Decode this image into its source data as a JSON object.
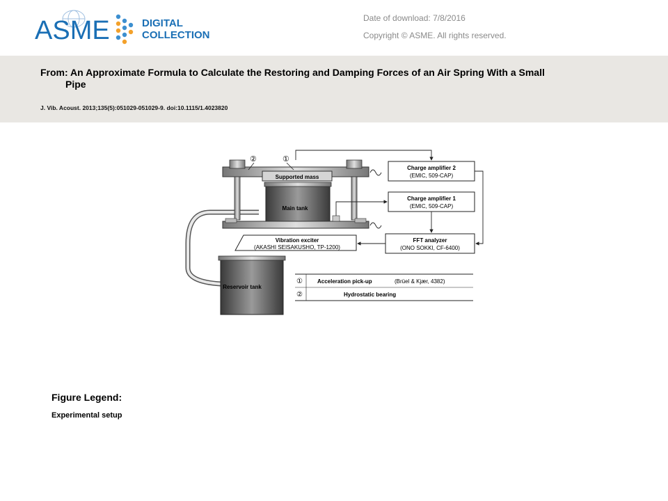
{
  "header": {
    "logo_text": "ASME",
    "logo_sub1": "DIGITAL",
    "logo_sub2": "COLLECTION",
    "date_label": "Date of download:",
    "date_value": "7/8/2016",
    "copyright": "Copyright © ASME. All rights reserved."
  },
  "article": {
    "from_prefix": "From:",
    "title_line1": "An Approximate Formula to Calculate the Restoring and Damping Forces of an Air Spring With a Small",
    "title_line2": "Pipe",
    "citation": "J. Vib. Acoust. 2013;135(5):051029-051029-9. doi:10.1115/1.4023820"
  },
  "figure": {
    "supported_mass": "Supported mass",
    "main_tank": "Main tank",
    "reservoir_tank": "Reservoir tank",
    "marker1": "①",
    "marker2": "②",
    "charge_amp2_name": "Charge amplifier 2",
    "charge_amp2_model": "(EMIC, 509-CAP)",
    "charge_amp1_name": "Charge amplifier 1",
    "charge_amp1_model": "(EMIC, 509-CAP)",
    "fft_name": "FFT analyzer",
    "fft_model": "(ONO SOKKI, CF-6400)",
    "exciter_name": "Vibration exciter",
    "exciter_model": "(AKASHI SEISAKUSHO, TP-1200)",
    "key": [
      {
        "symbol": "①",
        "label": "Acceleration pick-up",
        "detail": "(Brüel & Kjær, 4382)"
      },
      {
        "symbol": "②",
        "label": "Hydrostatic bearing",
        "detail": ""
      }
    ]
  },
  "legend": {
    "title": "Figure Legend:",
    "text": "Experimental setup"
  },
  "colors": {
    "asme_blue": "#1a6fb5",
    "dots_orange": "#f3a12b",
    "dots_blue": "#3c8fd0",
    "band": "#e9e7e3"
  }
}
